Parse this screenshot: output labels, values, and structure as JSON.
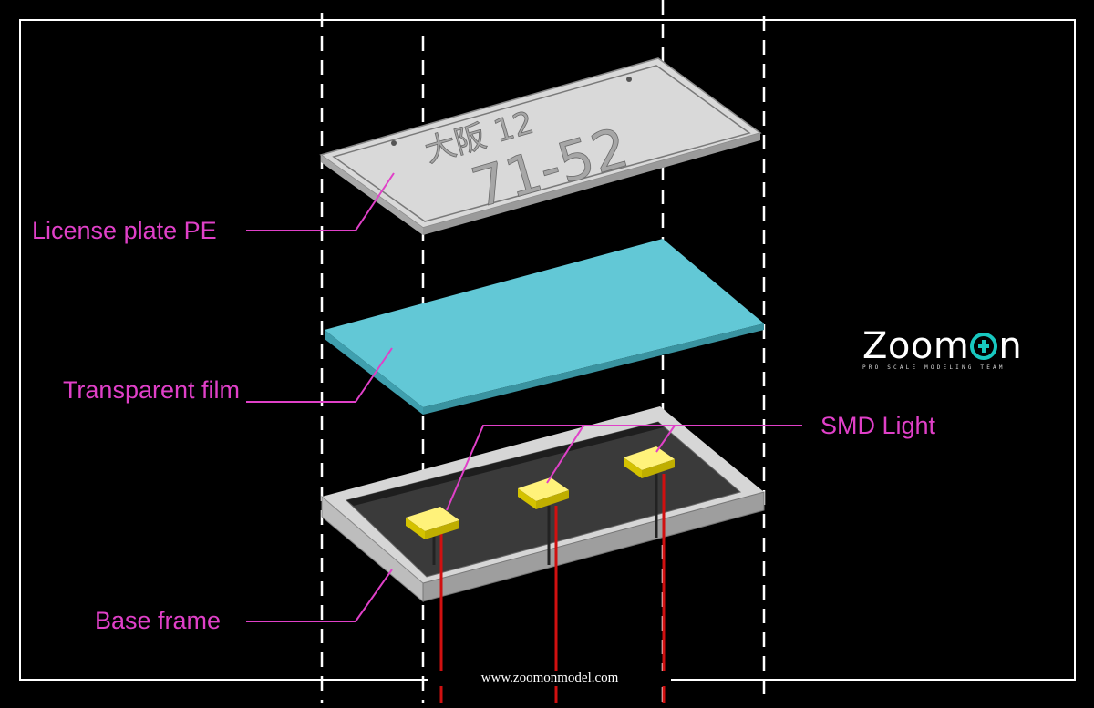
{
  "labels": {
    "license_plate": "License plate PE",
    "transparent_film": "Transparent film",
    "smd_light": "SMD Light",
    "base_frame": "Base frame"
  },
  "plate_text": {
    "line1": "大阪 12",
    "line2": "71-52"
  },
  "logo": {
    "word_left": "Zoom",
    "word_right": "n",
    "tagline": "PRO SCALE MODELING TEAM",
    "accent_color": "#18c8c0"
  },
  "website": "www.zoomonmodel.com",
  "colors": {
    "label": "#e040c8",
    "film": "#62c8d6",
    "led": "#f4e020",
    "wire": "#d01010",
    "plate": "#d9d9d9"
  }
}
